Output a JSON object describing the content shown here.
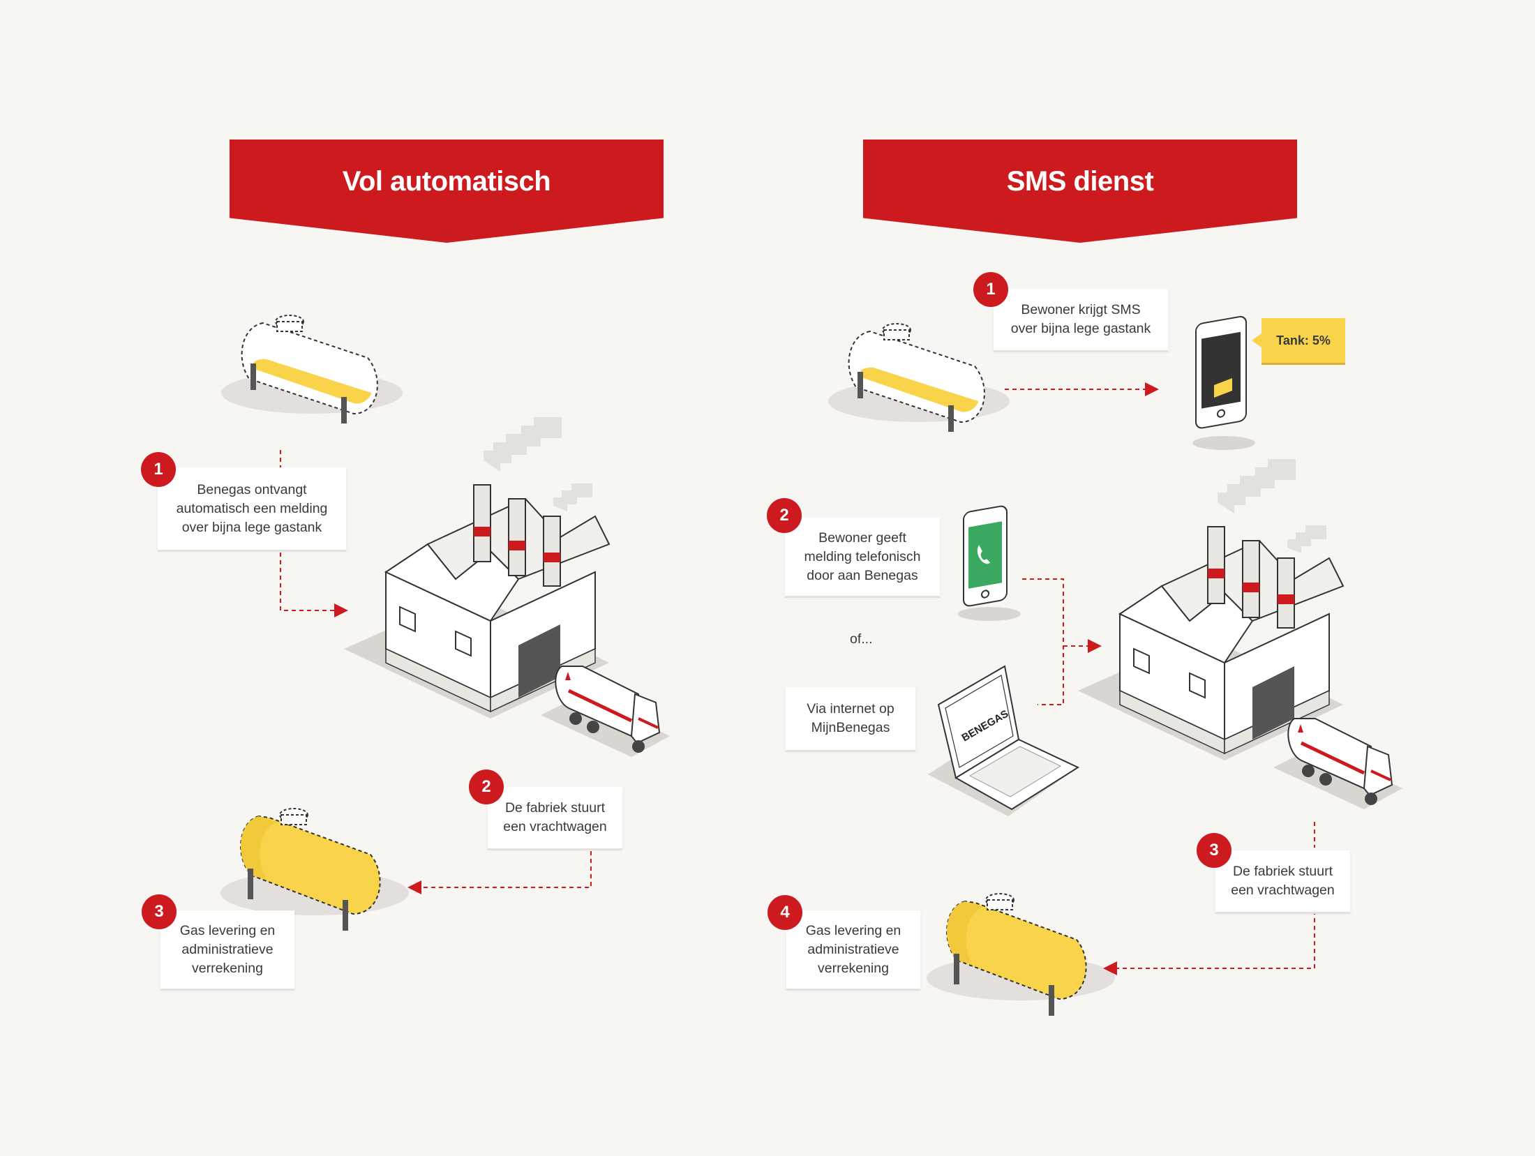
{
  "colors": {
    "red": "#cc1a1f",
    "yellow": "#f9d44b",
    "background": "#f7f6f3"
  },
  "left": {
    "title": "Vol automatisch",
    "steps": [
      {
        "number": "1",
        "text": "Benegas ontvangt\nautomatisch een melding\nover bijna lege gastank"
      },
      {
        "number": "2",
        "text": "De fabriek stuurt\neen vrachtwagen"
      },
      {
        "number": "3",
        "text": "Gas levering en\nadministratieve\nverrekening"
      }
    ]
  },
  "right": {
    "title": "SMS dienst",
    "steps": [
      {
        "number": "1",
        "text": "Bewoner krijgt SMS\nover bijna lege gastank"
      },
      {
        "number": "2",
        "text": "Bewoner geeft\nmelding telefonisch\ndoor aan Benegas"
      },
      {
        "number": "3",
        "text": "De fabriek stuurt\neen vrachtwagen"
      },
      {
        "number": "4",
        "text": "Gas levering en\nadministratieve\nverrekening"
      }
    ],
    "or_text": "of...",
    "internet_text": "Via internet op\nMijnBenegas",
    "sms_tooltip": "Tank: 5%",
    "laptop_logo": "BENEGAS"
  }
}
